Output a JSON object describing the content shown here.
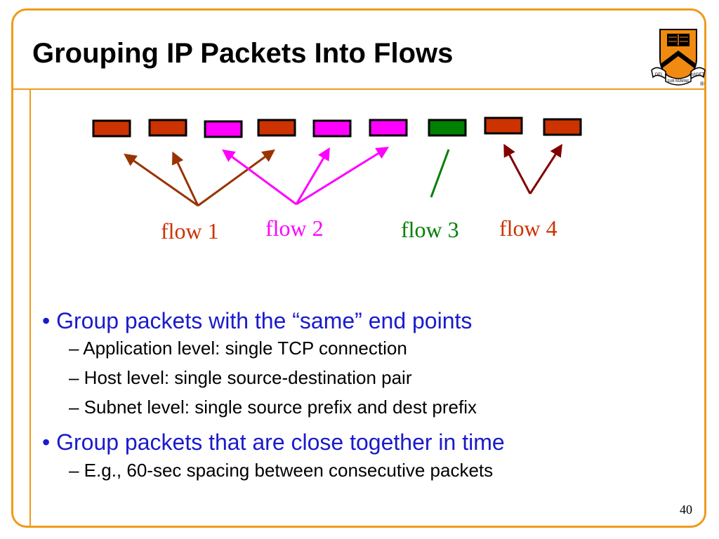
{
  "slide": {
    "title": "Grouping IP Packets Into Flows",
    "page_number": "40",
    "accent_color": "#f09a1a"
  },
  "logo": {
    "icon": "princeton-shield-icon",
    "motto_left": "DEI",
    "motto_center": "SUB NUMINE",
    "motto_right": "VIGET",
    "mark": "®"
  },
  "diagram": {
    "packets": [
      {
        "flow": 1,
        "color": "#cc3300"
      },
      {
        "flow": 1,
        "color": "#cc3300"
      },
      {
        "flow": 2,
        "color": "#ff00ff"
      },
      {
        "flow": 1,
        "color": "#cc3300"
      },
      {
        "flow": 2,
        "color": "#ff00ff"
      },
      {
        "flow": 2,
        "color": "#ff00ff"
      },
      {
        "flow": 3,
        "color": "#008000"
      },
      {
        "flow": 4,
        "color": "#cc3300"
      },
      {
        "flow": 4,
        "color": "#cc3300"
      }
    ],
    "flows": [
      {
        "label": "flow 1",
        "color": "#cc3300",
        "arrow_color": "#993300"
      },
      {
        "label": "flow 2",
        "color": "#ff00ff",
        "arrow_color": "#ff00ff"
      },
      {
        "label": "flow 3",
        "color": "#008000",
        "arrow_color": "#008000"
      },
      {
        "label": "flow 4",
        "color": "#cc3300",
        "arrow_color": "#800000"
      }
    ]
  },
  "bullets": [
    {
      "text": "• Group packets with the “same” end points",
      "subs": [
        "– Application level: single TCP connection",
        "– Host level: single source-destination pair",
        "– Subnet level: single source prefix and dest prefix"
      ]
    },
    {
      "text": "• Group packets that are close together in time",
      "subs": [
        "– E.g., 60-sec spacing between consecutive packets"
      ]
    }
  ]
}
